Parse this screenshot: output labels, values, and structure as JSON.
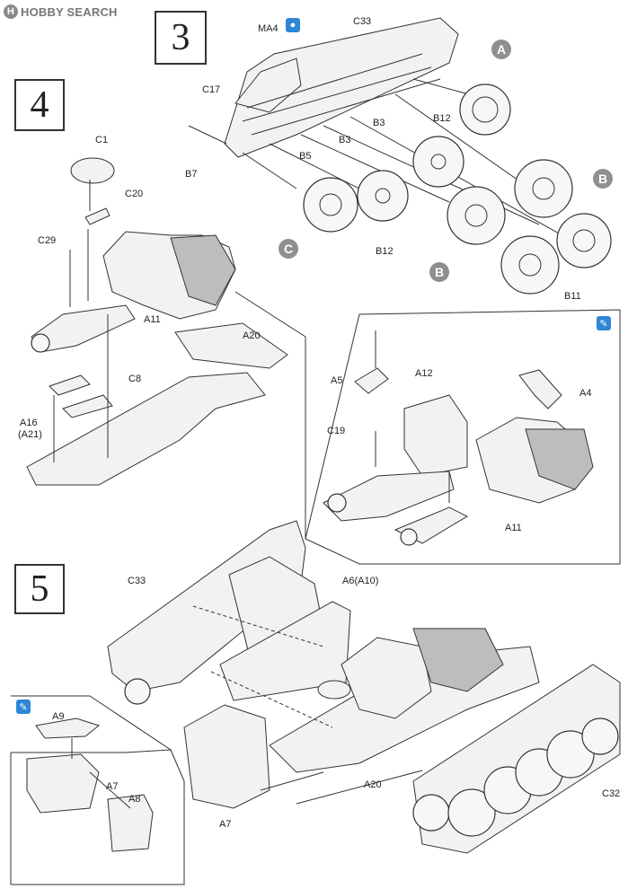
{
  "logo": {
    "text": "HOBBY SEARCH"
  },
  "steps": {
    "s3": "3",
    "s4": "4",
    "s5": "5"
  },
  "circle_labels": {
    "a": "A",
    "b": "B",
    "c": "C"
  },
  "icons": {
    "glue": "glue-drop-icon",
    "paint": "paint-brush-icon"
  },
  "labels": {
    "ma4": "MA4",
    "c33_top": "C33",
    "c17": "C17",
    "b7": "B7",
    "b5": "B5",
    "b3a": "B3",
    "b3b": "B3",
    "b12a": "B12",
    "b12b": "B12",
    "b11": "B11",
    "c1": "C1",
    "c20": "C20",
    "c29": "C29",
    "a11a": "A11",
    "a20a": "A20",
    "c8": "C8",
    "a16": "A16",
    "a21": "(A21)",
    "a5": "A5",
    "a12": "A12",
    "a4": "A4",
    "c19": "C19",
    "a11b": "A11",
    "c33b": "C33",
    "a6": "A6(A10)",
    "a20b": "A20",
    "c32": "C32",
    "a9": "A9",
    "a7a": "A7",
    "a8": "A8",
    "a7b": "A7"
  },
  "colors": {
    "line": "#333333",
    "accent_gray": "#8f8f8f",
    "icon_blue": "#2f86d6"
  }
}
